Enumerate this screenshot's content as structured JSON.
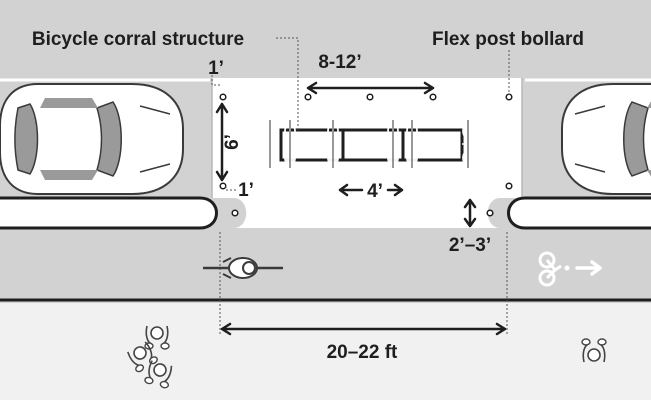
{
  "labels": {
    "corral": "Bicycle corral structure",
    "bollard": "Flex post bollard",
    "corral_length": "8-12’",
    "buffer_top": "1’",
    "corral_width": "6’",
    "buffer_bottom": "1’",
    "rack_spacing": "4’",
    "curb_offset": "2’–3’",
    "total_length": "20–22 ft"
  },
  "icons": [
    "car-icon",
    "bicycle-rack-icon",
    "cyclist-icon",
    "pedestrian-icon",
    "bike-lane-marking-icon"
  ],
  "colors": {
    "pavement": "#d2d2d2",
    "sidewalk": "#f1f1f1",
    "corral_area": "#ffffff",
    "outline": "#1e1e1e",
    "marking": "#ffffff"
  }
}
